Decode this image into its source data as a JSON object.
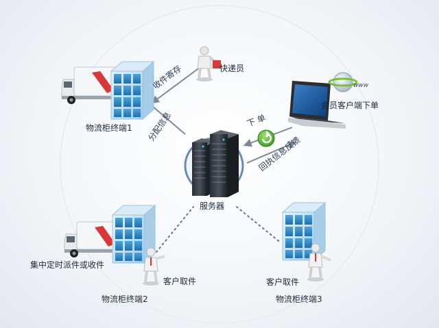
{
  "nodes": {
    "server": "服务器",
    "courier": "快递员",
    "member_order": "会员客户端下单",
    "terminal1": "物流柜终端1",
    "terminal2": "物流柜终端2",
    "terminal3": "物流柜终端3",
    "scheduled": "集中定时派件或收件",
    "pickup2": "客户取件",
    "pickup3": "客户取件"
  },
  "edges": {
    "receive_store": "收件寄存",
    "distribute_info": "分配信息",
    "order": "下 单",
    "receipt_feedback": "回执信息反馈"
  },
  "icons": {
    "www": "www"
  }
}
